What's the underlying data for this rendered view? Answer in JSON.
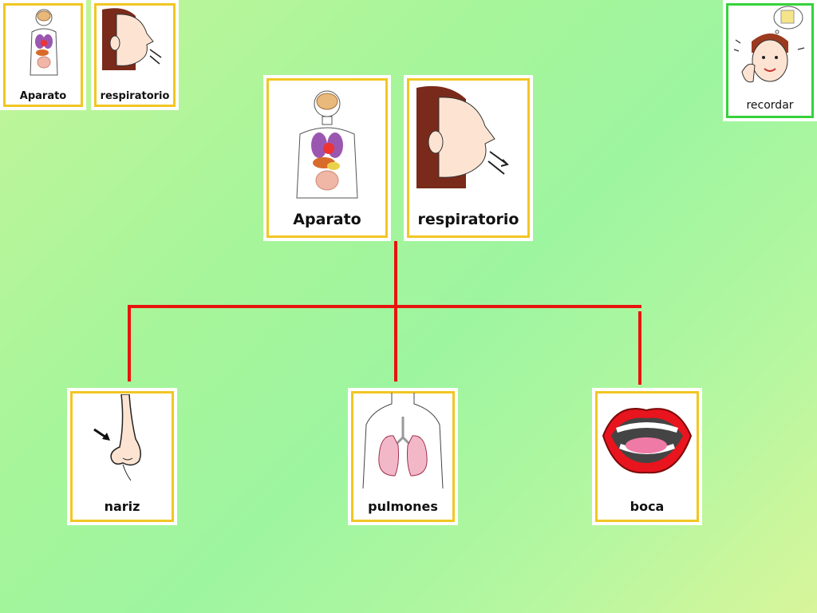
{
  "title_cards": {
    "left": "Aparato",
    "right": "respiratorio"
  },
  "mini_cards": {
    "left": "Aparato",
    "right": "respiratorio"
  },
  "recordar_label": "recordar",
  "children": [
    {
      "label": "nariz",
      "icon": "nose-icon"
    },
    {
      "label": "pulmones",
      "icon": "lungs-icon"
    },
    {
      "label": "boca",
      "icon": "mouth-icon"
    }
  ],
  "colors": {
    "card_border": "#f2c623",
    "recordar_border": "#35d23a",
    "connector": "#e8140e"
  }
}
